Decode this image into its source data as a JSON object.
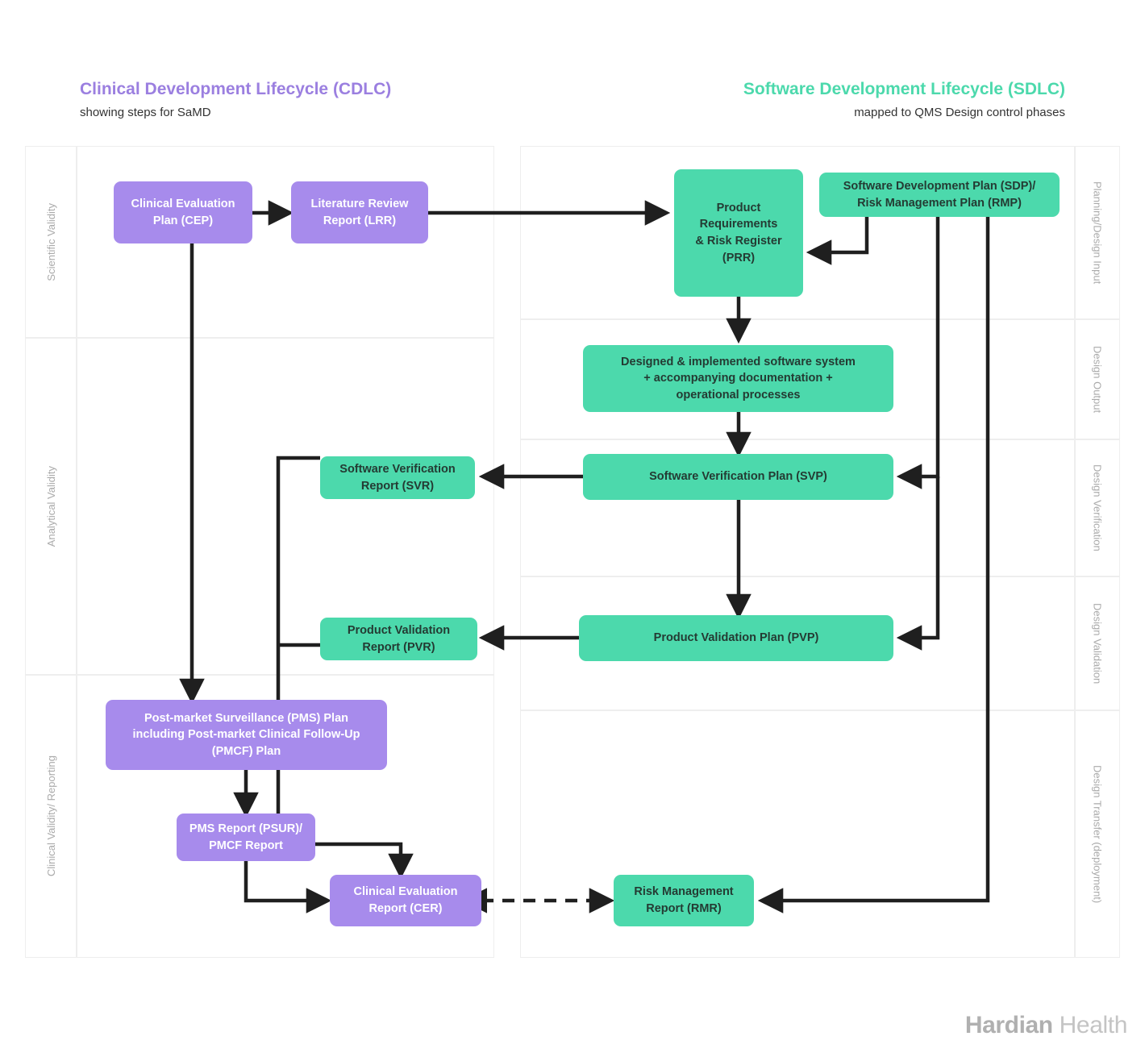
{
  "headers": {
    "left": {
      "title": "Clinical Development Lifecycle (CDLC)",
      "subtitle": "showing steps for SaMD",
      "color": "#9b7fe0"
    },
    "right": {
      "title": "Software Development Lifecycle (SDLC)",
      "subtitle": "mapped to QMS Design control phases",
      "color": "#4cd9ac"
    }
  },
  "left_lane_labels": [
    {
      "label": "Scientific Validity"
    },
    {
      "label": "Analytical Validity"
    },
    {
      "label": "Clinical Validity/ Reporting"
    }
  ],
  "right_lane_labels": [
    {
      "label": "Planning/Design Input"
    },
    {
      "label": "Design Output"
    },
    {
      "label": "Design Verification"
    },
    {
      "label": "Design Validation"
    },
    {
      "label": "Design Transfer (deployment)"
    }
  ],
  "nodes": {
    "cep": {
      "line1": "Clinical Evaluation",
      "line2": "Plan (CEP)"
    },
    "lrr": {
      "line1": "Literature Review",
      "line2": "Report (LRR)"
    },
    "prr": {
      "line1": "Product",
      "line2": "Requirements",
      "line3": "& Risk Register",
      "line4": "(PRR)"
    },
    "sdp": {
      "line1": "Software Development Plan (SDP)/",
      "line2": "Risk Management Plan (RMP)"
    },
    "dis": {
      "line1": "Designed & implemented software system",
      "line2": "+ accompanying documentation +",
      "line3": "operational processes"
    },
    "svr": {
      "line1": "Software Verification",
      "line2": "Report (SVR)"
    },
    "svp": {
      "line1": "Software Verification Plan (SVP)"
    },
    "pvr": {
      "line1": "Product Validation",
      "line2": "Report (PVR)"
    },
    "pvp": {
      "line1": "Product Validation Plan (PVP)"
    },
    "pms": {
      "line1": "Post-market Surveillance (PMS) Plan",
      "line2": "including Post-market Clinical Follow-Up",
      "line3": "(PMCF) Plan"
    },
    "psur": {
      "line1": "PMS Report (PSUR)/",
      "line2": "PMCF Report"
    },
    "cer": {
      "line1": "Clinical Evaluation",
      "line2": "Report (CER)"
    },
    "rmr": {
      "line1": "Risk Management",
      "line2": "Report (RMR)"
    }
  },
  "logo": {
    "bold": "Hardian",
    "light": "Health"
  },
  "colors": {
    "purple": "#a78bec",
    "green": "#4cd9ac",
    "edge": "#1f1f1f",
    "lane_border": "#eeeeee",
    "lane_label": "#aaaaaa"
  }
}
